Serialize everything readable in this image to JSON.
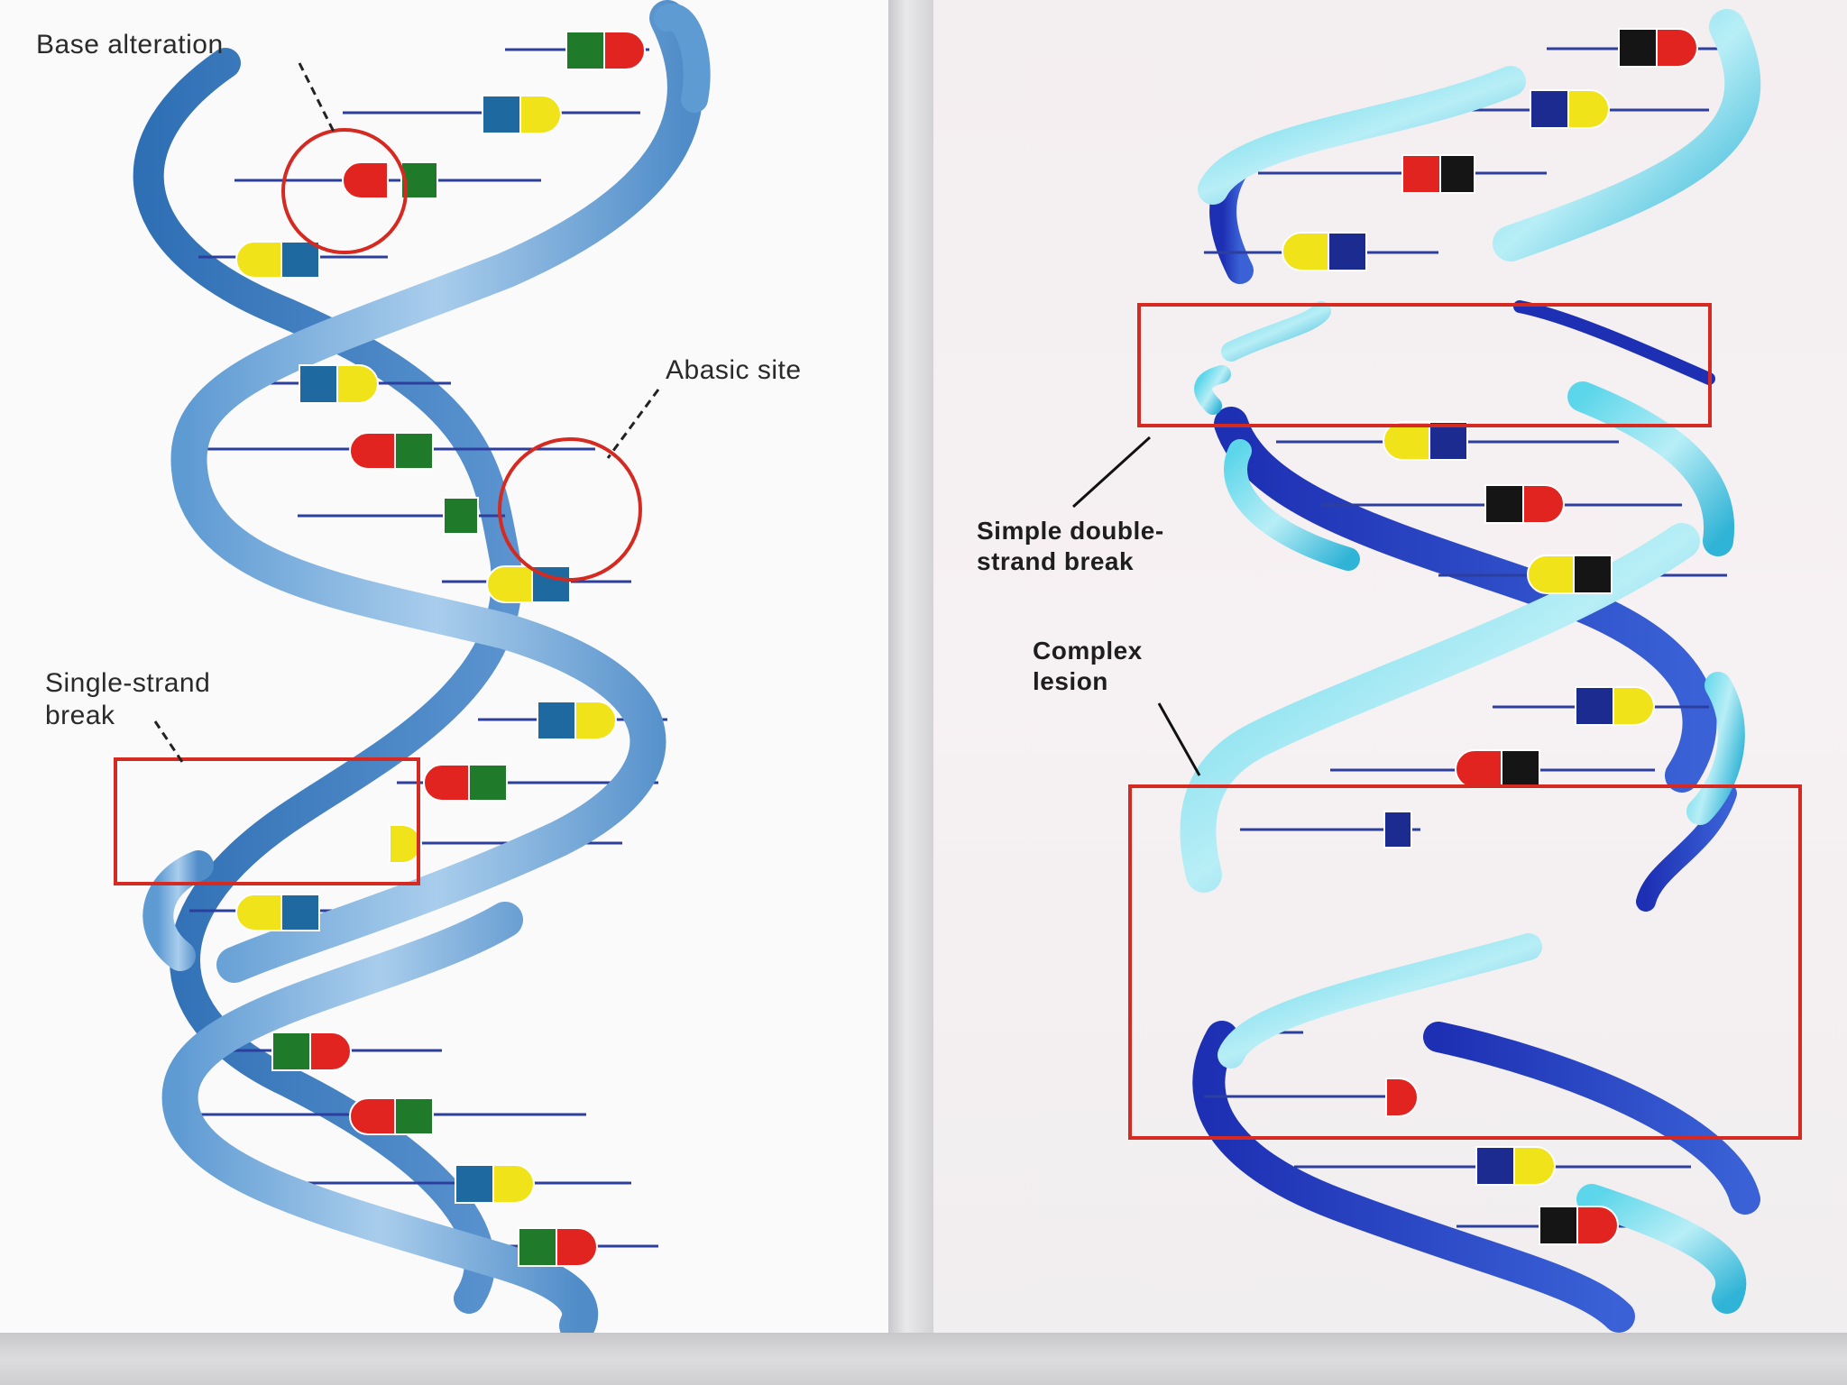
{
  "labels": {
    "base_alteration": "Base alteration",
    "abasic_site": "Abasic site",
    "single_strand_break": "Single-strand\nbreak",
    "simple_double_strand_break": "Simple double-\nstrand break",
    "complex_lesion": "Complex\nlesion"
  },
  "colors": {
    "backbone_light": "#7fb3df",
    "backbone_dark": "#3f7fbf",
    "backbone_cyan": "#3dc2de",
    "backbone_navy": "#1f3fbf",
    "marker_red": "#d42a22",
    "base_red": "#e22420",
    "base_yellow": "#f0e31a",
    "base_green": "#1f7a2a",
    "base_blue": "#1e6aa0",
    "base_navy": "#1b2b8f",
    "base_black": "#151515",
    "rung": "#2d3f9e"
  },
  "icons": {
    "left": "dna-double-helix-icon",
    "right": "dna-double-helix-icon"
  }
}
